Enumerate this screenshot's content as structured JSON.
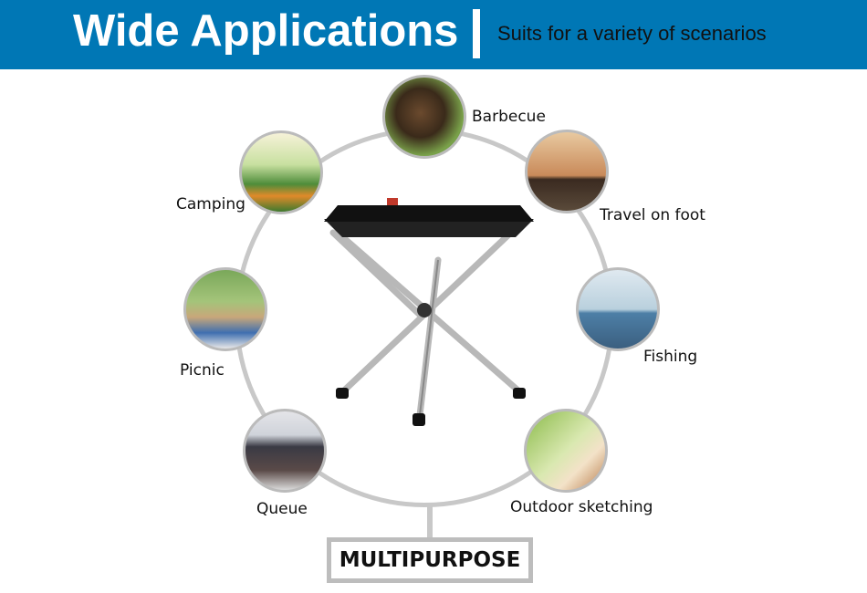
{
  "header": {
    "title": "Wide Applications",
    "subtitle": "Suits for a variety of scenarios",
    "bg_color": "#0077b5"
  },
  "scenarios": [
    {
      "label": "Barbecue",
      "icon": "barbecue-photo"
    },
    {
      "label": "Travel on foot",
      "icon": "travel-photo"
    },
    {
      "label": "Fishing",
      "icon": "fishing-photo"
    },
    {
      "label": "Outdoor sketching",
      "icon": "sketching-photo"
    },
    {
      "label": "Queue",
      "icon": "queue-photo"
    },
    {
      "label": "Picnic",
      "icon": "picnic-photo"
    },
    {
      "label": "Camping",
      "icon": "camping-photo"
    }
  ],
  "footer": {
    "label": "MULTIPURPOSE"
  }
}
